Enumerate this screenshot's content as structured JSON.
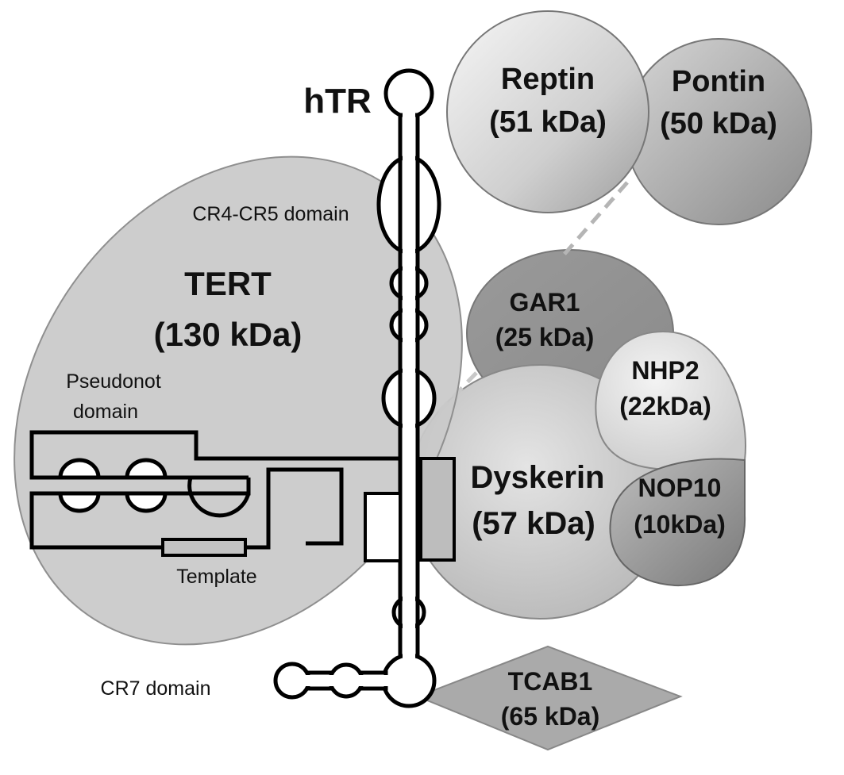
{
  "rna": {
    "label": "hTR"
  },
  "tert": {
    "name": "TERT",
    "mass": "(130 kDa)",
    "cr4_cr5_label": "CR4-CR5 domain",
    "pseudoknot_line1": "Pseudonot",
    "pseudoknot_line2": "domain",
    "template_label": "Template"
  },
  "cr7_label": "CR7 domain",
  "proteins": {
    "reptin": {
      "name": "Reptin",
      "mass": "(51 kDa)"
    },
    "pontin": {
      "name": "Pontin",
      "mass": "(50 kDa)"
    },
    "gar1": {
      "name": "GAR1",
      "mass": "(25 kDa)"
    },
    "nhp2": {
      "name": "NHP2",
      "mass": "(22kDa)"
    },
    "dyskerin": {
      "name": "Dyskerin",
      "mass": "(57 kDa)"
    },
    "nop10": {
      "name": "NOP10",
      "mass": "(10kDa)"
    },
    "tcab1": {
      "name": "TCAB1",
      "mass": "(65 kDa)"
    }
  }
}
